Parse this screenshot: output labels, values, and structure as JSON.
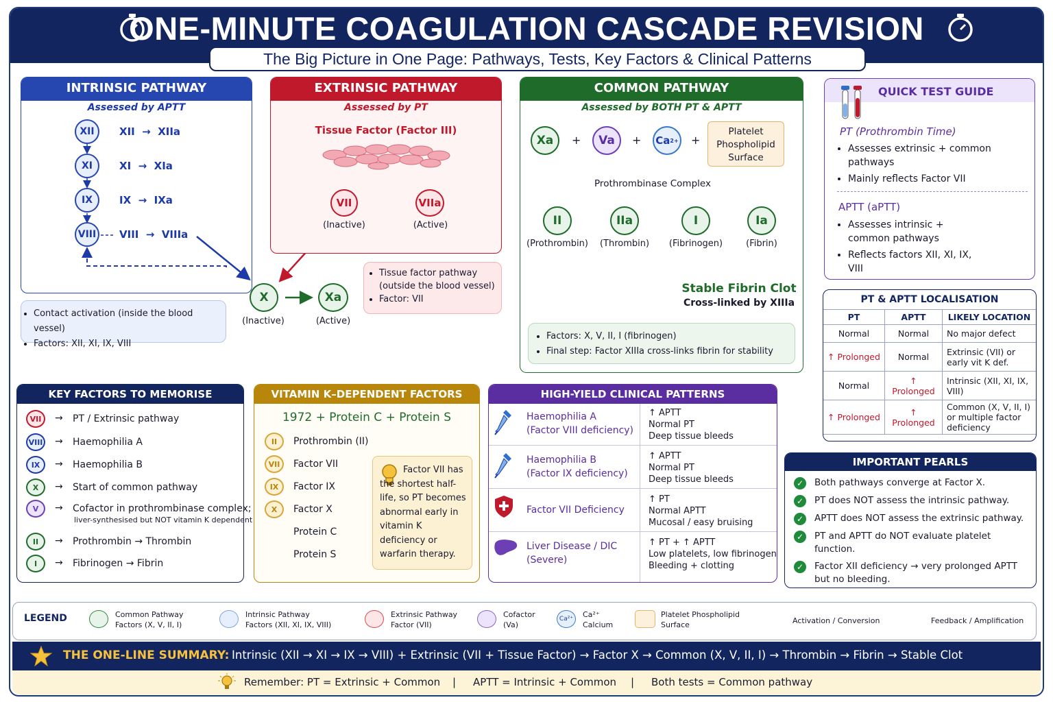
{
  "header": {
    "title": "ONE-MINUTE COAGULATION CASCADE REVISION",
    "subtitle": "The Big Picture in One Page: Pathways, Tests, Key Factors & Clinical Patterns"
  },
  "colors": {
    "navy": "#13255e",
    "intrinsic": "#1d3aa8",
    "extrinsic": "#c0192c",
    "common": "#1e6b2a",
    "vitk": "#b8860b",
    "clinical": "#5a2da0"
  },
  "intrinsic": {
    "title": "INTRINSIC PATHWAY",
    "subtitle": "Assessed by APTT",
    "factors": [
      "XII",
      "XI",
      "IX",
      "VIII"
    ],
    "conversions": [
      {
        "from": "XII",
        "to": "XIIa"
      },
      {
        "from": "XI",
        "to": "XIa"
      },
      {
        "from": "IX",
        "to": "IXa"
      },
      {
        "from": "VIII",
        "to": "VIIIa"
      }
    ],
    "notes": [
      "Contact activation (inside the blood vessel)",
      "Factors: XII, XI, IX, VIII"
    ]
  },
  "extrinsic": {
    "title": "EXTRINSIC PATHWAY",
    "subtitle": "Assessed by PT",
    "tissue_factor": "Tissue Factor (Factor III)",
    "vii": "VII",
    "viia": "VIIa",
    "inactive": "(Inactive)",
    "active": "(Active)",
    "notes": [
      "Tissue factor pathway (outside the blood vessel)",
      "Factor: VII"
    ]
  },
  "x_center": {
    "x": "X",
    "xa": "Xa",
    "inactive": "(Inactive)",
    "active": "(Active)"
  },
  "common": {
    "title": "COMMON PATHWAY",
    "subtitle": "Assessed by BOTH PT & APTT",
    "xa": "Xa",
    "va": "Va",
    "ca": "Ca",
    "ca_sup": "2+",
    "platelet": "Platelet Phospholipid Surface",
    "prothrombinase": "Prothrombinase Complex",
    "chain": [
      {
        "code": "II",
        "name": "(Prothrombin)"
      },
      {
        "code": "IIa",
        "name": "(Thrombin)"
      },
      {
        "code": "I",
        "name": "(Fibrinogen)"
      },
      {
        "code": "Ia",
        "name": "(Fibrin)"
      }
    ],
    "clot": "Stable Fibrin Clot",
    "clot_sub": "Cross-linked by XIIIa",
    "notes": [
      "Factors: X, V, II, I (fibrinogen)",
      "Final step: Factor XIIIa cross-links fibrin for stability"
    ]
  },
  "quick_test": {
    "title": "QUICK TEST GUIDE",
    "pt_title": "PT (Prothrombin Time)",
    "pt_items": [
      "Assesses extrinsic + common pathways",
      "Mainly reflects Factor VII"
    ],
    "aptt_title": "APTT (aPTT)",
    "aptt_items": [
      "Assesses intrinsic + common pathways",
      "Reflects factors XII, XI, IX, VIII"
    ]
  },
  "localisation": {
    "title": "PT & APTT LOCALISATION",
    "headers": [
      "PT",
      "APTT",
      "LIKELY LOCATION"
    ],
    "rows": [
      [
        "Normal",
        "Normal",
        "No major defect"
      ],
      [
        "↑ Prolonged",
        "Normal",
        "Extrinsic (VII) or early vit K def."
      ],
      [
        "Normal",
        "↑ Prolonged",
        "Intrinsic (XII, XI, IX, VIII)"
      ],
      [
        "↑ Prolonged",
        "↑ Prolonged",
        "Common (X, V, II, I) or multiple factor deficiency"
      ]
    ]
  },
  "key_factors": {
    "title": "KEY FACTORS TO MEMORISE",
    "items": [
      {
        "code": "VII",
        "text": "PT / Extrinsic pathway",
        "sub": ""
      },
      {
        "code": "VIII",
        "text": "Haemophilia A",
        "sub": ""
      },
      {
        "code": "IX",
        "text": "Haemophilia B",
        "sub": ""
      },
      {
        "code": "X",
        "text": "Start of common pathway",
        "sub": ""
      },
      {
        "code": "V",
        "text": "Cofactor in prothrombinase complex;",
        "sub": "liver-synthesised but NOT vitamin K dependent"
      },
      {
        "code": "II",
        "text": "Prothrombin → Thrombin",
        "sub": ""
      },
      {
        "code": "I",
        "text": "Fibrinogen → Fibrin",
        "sub": ""
      }
    ]
  },
  "vitamin_k": {
    "title": "VITAMIN K–DEPENDENT FACTORS",
    "mnemonic": "1972 + Protein C + Protein S",
    "items": [
      {
        "code": "II",
        "text": "Prothrombin (II)"
      },
      {
        "code": "VII",
        "text": "Factor VII"
      },
      {
        "code": "IX",
        "text": "Factor IX"
      },
      {
        "code": "X",
        "text": "Factor X"
      },
      {
        "code": "",
        "text": "Protein C"
      },
      {
        "code": "",
        "text": "Protein S"
      }
    ],
    "tip": "Factor VII has the shortest half-life, so PT becomes abnormal early in vitamin K deficiency or warfarin therapy."
  },
  "clinical": {
    "title": "HIGH-YIELD CLINICAL PATTERNS",
    "rows": [
      {
        "name": "Haemophilia A",
        "sub": "(Factor VIII deficiency)",
        "lines": [
          "↑ APTT",
          "Normal PT",
          "Deep tissue bleeds"
        ]
      },
      {
        "name": "Haemophilia B",
        "sub": "(Factor IX deficiency)",
        "lines": [
          "↑ APTT",
          "Normal PT",
          "Deep tissue bleeds"
        ]
      },
      {
        "name": "Factor VII Deficiency",
        "sub": "",
        "lines": [
          "↑ PT",
          "Normal APTT",
          "Mucosal / easy bruising"
        ]
      },
      {
        "name": "Liver Disease / DIC",
        "sub": "(Severe)",
        "lines": [
          "↑ PT + ↑ APTT",
          "Low platelets, low fibrinogen",
          "Bleeding + clotting"
        ]
      }
    ]
  },
  "pearls": {
    "title": "IMPORTANT PEARLS",
    "items": [
      "Both pathways converge at Factor X.",
      "PT does NOT assess the intrinsic pathway.",
      "APTT does NOT assess the extrinsic pathway.",
      "PT and APTT do NOT evaluate platelet function.",
      "Factor XII deficiency → very prolonged APTT but no bleeding."
    ]
  },
  "legend": {
    "title": "LEGEND",
    "items": [
      {
        "l1": "Common Pathway",
        "l2": "Factors (X, V, II, I)"
      },
      {
        "l1": "Intrinsic Pathway",
        "l2": "Factors (XII, XI, IX, VIII)"
      },
      {
        "l1": "Extrinsic Pathway",
        "l2": "Factor (VII)"
      },
      {
        "l1": "Cofactor",
        "l2": "(Va)"
      },
      {
        "l1": "Ca²⁺",
        "l2": "Calcium"
      },
      {
        "l1": "Platelet Phospholipid",
        "l2": "Surface"
      }
    ],
    "ca_icon": "Ca²⁺",
    "activation": "Activation / Conversion",
    "feedback": "Feedback / Amplification"
  },
  "summary": {
    "label": "THE ONE-LINE SUMMARY:",
    "text": "Intrinsic (XII → XI → IX → VIII) + Extrinsic (VII + Tissue Factor) → Factor X → Common (X, V, II, I) → Thrombin → Fibrin → Stable Clot",
    "remember": [
      "Remember: PT = Extrinsic + Common",
      "APTT = Intrinsic + Common",
      "Both tests = Common pathway"
    ]
  }
}
